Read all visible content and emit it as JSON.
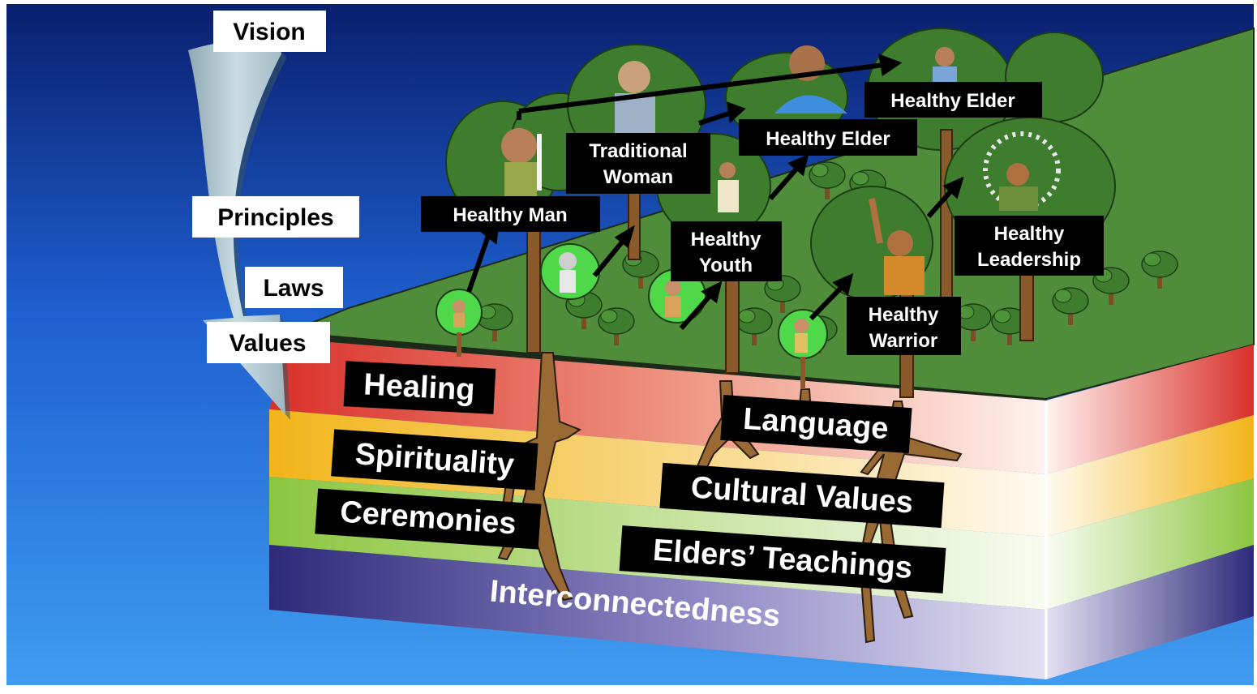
{
  "left_labels": {
    "vision": "Vision",
    "principles": "Principles",
    "laws": "Laws",
    "values": "Values"
  },
  "stage_labels": {
    "healthy_man": "Healthy Man",
    "traditional_woman_1": "Traditional",
    "traditional_woman_2": "Woman",
    "healthy_elder_middle": "Healthy Elder",
    "healthy_elder_top": "Healthy Elder",
    "healthy_youth_1": "Healthy",
    "healthy_youth_2": "Youth",
    "healthy_leadership_1": "Healthy",
    "healthy_leadership_2": "Leadership",
    "healthy_warrior_1": "Healthy",
    "healthy_warrior_2": "Warrior"
  },
  "layer_labels": {
    "healing": "Healing",
    "spirituality": "Spirituality",
    "ceremonies": "Ceremonies",
    "language": "Language",
    "cultural_values": "Cultural Values",
    "elders_teachings": "Elders’ Teachings",
    "interconnectedness": "Interconnectedness"
  },
  "colors": {
    "sky_top": "#0a1f6e",
    "sky_bottom": "#3f9cf0",
    "ground_top": "#4f8d3a",
    "layer_red": "#d9302a",
    "layer_yellow": "#f2b51a",
    "layer_green": "#8cc63f",
    "layer_purple": "#2e2a7a",
    "arrow_fill": "#b8cfd8",
    "tree_green": "#3f7d2e",
    "trunk_brown": "#8a5a2b",
    "label_bg": "#000000",
    "label_text": "#ffffff"
  },
  "icons": [
    "curved-arrow-icon",
    "tree-icon",
    "person-figure-icon",
    "progression-arrow-icon",
    "root-icon"
  ]
}
